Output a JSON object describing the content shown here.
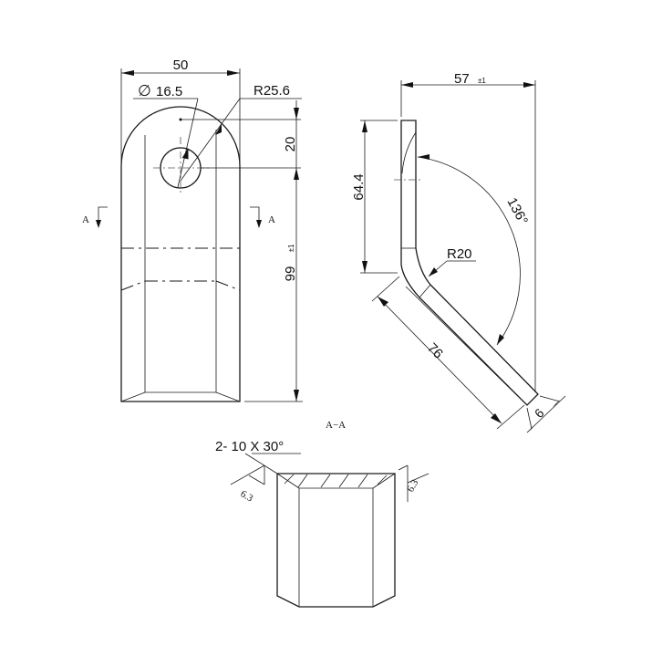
{
  "drawing": {
    "front_view": {
      "dimensions": {
        "width": "50",
        "hole_diameter_symbol": "∅",
        "hole_diameter": "16.5",
        "outer_radius": "R25.6",
        "hole_center_offset": "20",
        "height": "99",
        "height_tolerance": "±1"
      },
      "section_markers": {
        "left": "A",
        "right": "A"
      }
    },
    "side_view": {
      "dimensions": {
        "overall_width": "57",
        "overall_width_tolerance": "±1",
        "vertical_length": "64.4",
        "bend_radius": "R20",
        "bend_angle": "136°",
        "blade_length": "76",
        "thickness": "6"
      }
    },
    "section_view": {
      "title": "A−A",
      "chamfer_note": "2- 10 X 30°",
      "surface_finish_left": "6.3",
      "surface_finish_right": "6.3"
    }
  }
}
